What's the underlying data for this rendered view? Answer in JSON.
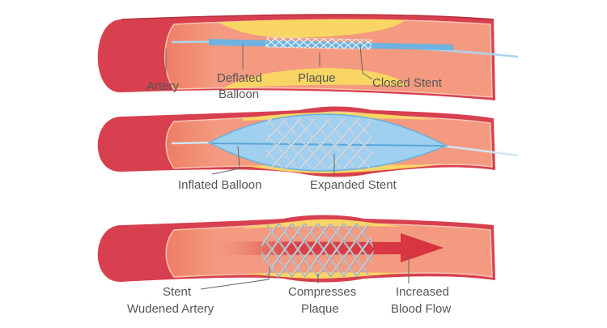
{
  "colors": {
    "artery_outer": "#d9404f",
    "artery_wall_edge": "#b8303e",
    "lumen": "#f08a6e",
    "lumen_light": "#f4a088",
    "plaque": "#f9d663",
    "balloon": "#8ec6ea",
    "balloon_dark": "#5aa6d8",
    "stent_wire": "#c8cdd6",
    "stent_wire_blue": "#dff0fb",
    "catheter": "#a9d4ef",
    "blood": "#d7323e",
    "label_text": "#555555"
  },
  "panels": [
    {
      "id": "step1",
      "labels": {
        "artery": "Artery",
        "deflated_balloon_line1": "Deflated",
        "deflated_balloon_line2": "Balloon",
        "plaque": "Plaque",
        "closed_stent": "Closed Stent"
      },
      "icons": [
        "catheter",
        "deflated-balloon",
        "closed-stent",
        "plaque"
      ]
    },
    {
      "id": "step2",
      "labels": {
        "inflated_balloon": "Inflated Balloon",
        "expanded_stent": "Expanded Stent"
      },
      "icons": [
        "catheter",
        "inflated-balloon",
        "expanded-stent"
      ]
    },
    {
      "id": "step3",
      "labels": {
        "stent_line1": "Stent",
        "stent_line2": "Wudened Artery",
        "compresses_line1": "Compresses",
        "compresses_line2": "Plaque",
        "increased_line1": "Increased",
        "increased_line2": "Blood Flow"
      },
      "icons": [
        "stent",
        "blood-flow-arrow"
      ]
    }
  ]
}
